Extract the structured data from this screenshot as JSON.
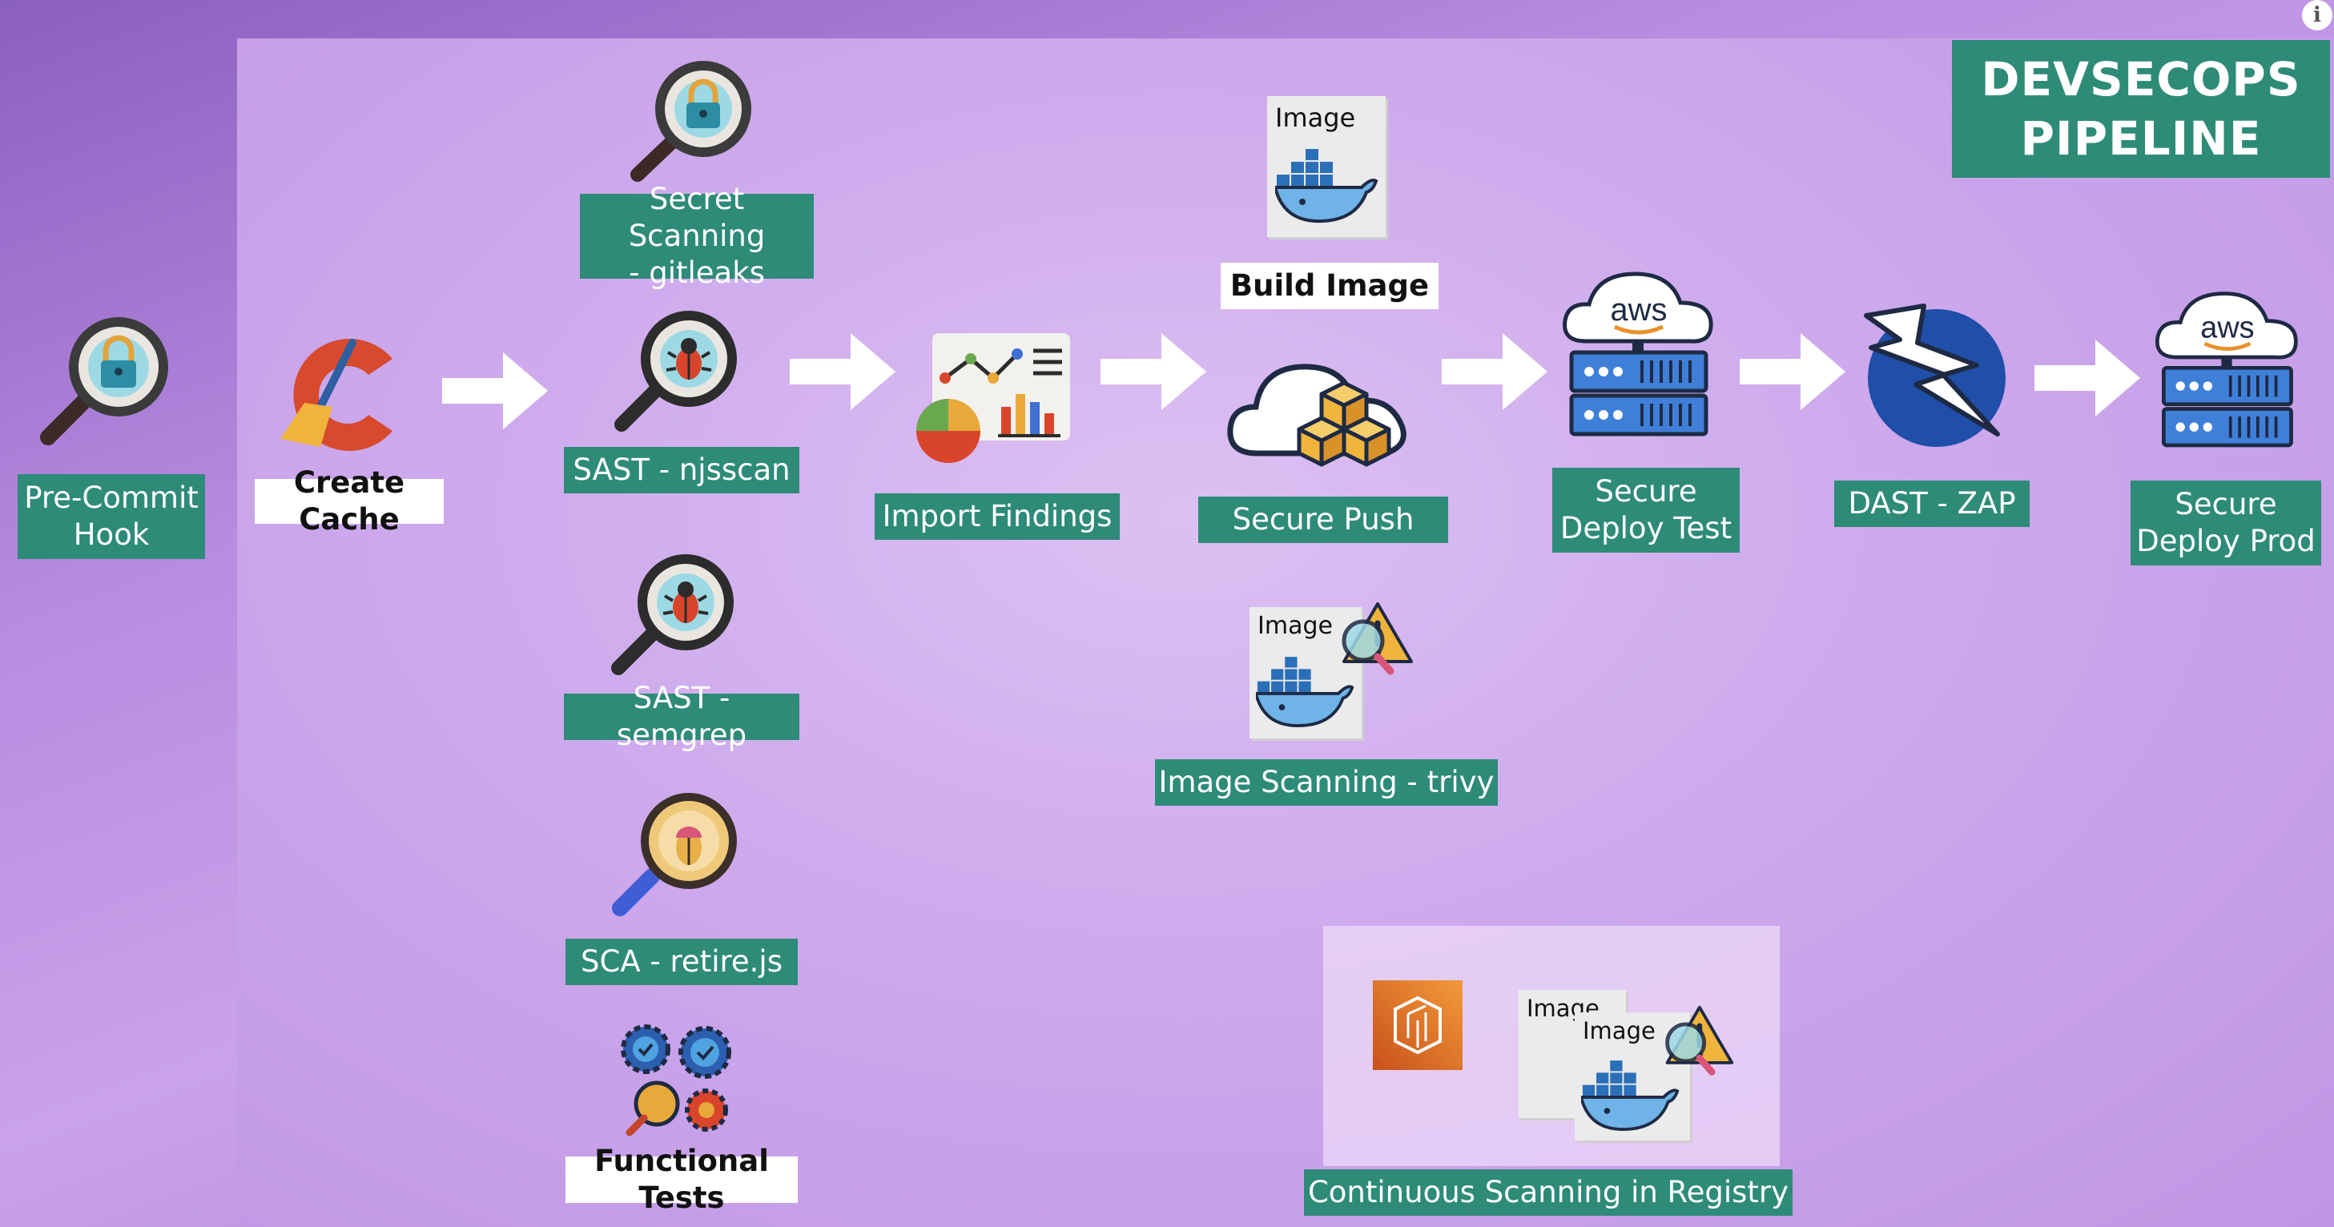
{
  "title": "DEVSECOPS\nPIPELINE",
  "info_symbol": "i",
  "colors": {
    "label_bg": "#2e8b78",
    "label_text": "#ffffff",
    "white_label_bg": "#ffffff",
    "arrow": "#ffffff",
    "background": "#b88be0"
  },
  "steps": {
    "pre_commit": "Pre-Commit\nHook",
    "create_cache": "Create Cache",
    "secret_scanning": "Secret Scanning\n- gitleaks",
    "sast_njsscan": "SAST - njsscan",
    "sast_semgrep": "SAST - semgrep",
    "sca_retire": "SCA - retire.js",
    "functional_tests": "Functional Tests",
    "import_findings": "Import Findings",
    "build_image": "Build Image",
    "secure_push": "Secure Push",
    "image_scanning": "Image Scanning - trivy",
    "secure_deploy_test": "Secure\nDeploy Test",
    "dast_zap": "DAST - ZAP",
    "secure_deploy_prod": "Secure\nDeploy Prod",
    "continuous_scanning": "Continuous Scanning in Registry"
  },
  "icons": {
    "image_caption": "Image",
    "aws_caption": "aws"
  }
}
